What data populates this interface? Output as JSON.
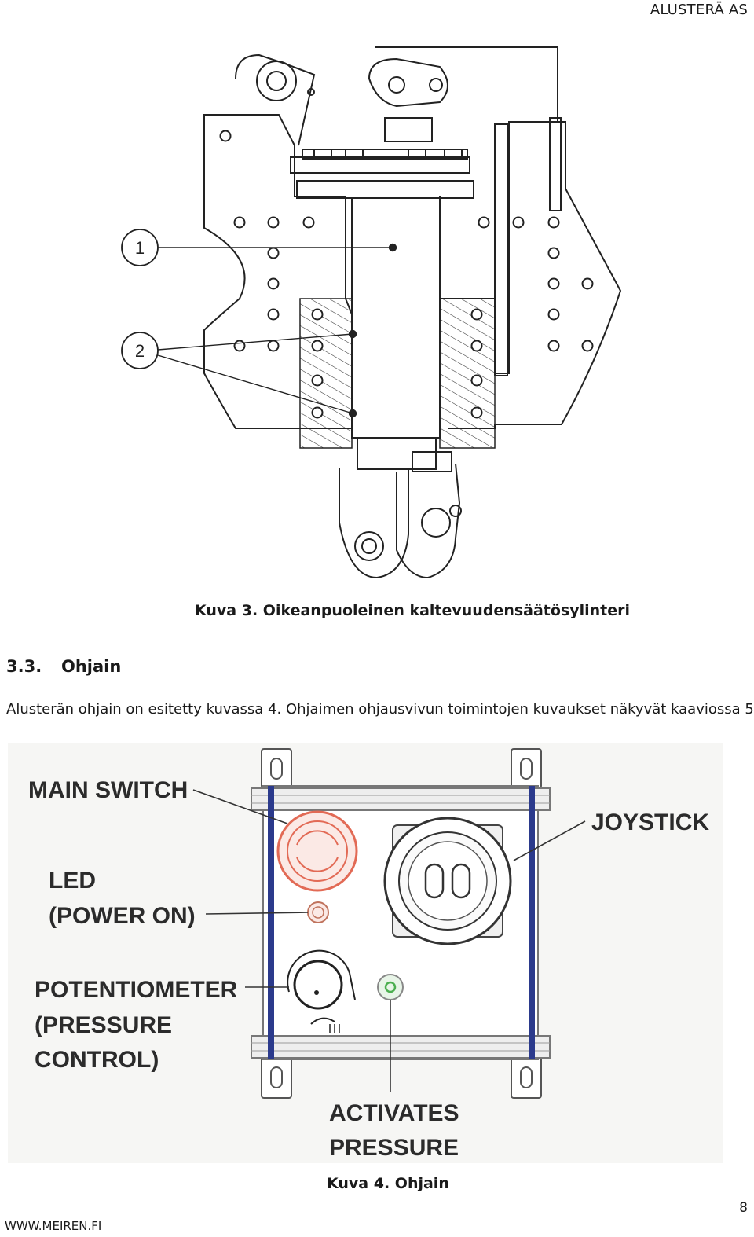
{
  "header": {
    "company": "ALUSTERÄ AS"
  },
  "figure3": {
    "caption": "Kuva 3. Oikeanpuoleinen kaltevuudensäätösylinteri",
    "callouts": [
      "1",
      "2"
    ]
  },
  "section": {
    "number": "3.3.",
    "title": "Ohjain",
    "body": "Alusterän ohjain on esitetty kuvassa 4. Ohjaimen ohjausvivun toimintojen kuvaukset näkyvät kaaviossa 5."
  },
  "figure4": {
    "caption": "Kuva 4. Ohjain",
    "labels": {
      "main_switch": "MAIN SWITCH",
      "led_line1": "LED",
      "led_line2": "(POWER ON)",
      "pot_line1": "POTENTIOMETER",
      "pot_line2": "(PRESSURE",
      "pot_line3": "CONTROL)",
      "joystick": "JOYSTICK",
      "act_line1": "ACTIVATES",
      "act_line2": "PRESSURE"
    },
    "colors": {
      "frame_blue": "#2b3a8c",
      "main_switch_red": "#e26a55",
      "activate_green": "#4caf50"
    }
  },
  "footer": {
    "url": "WWW.MEIREN.FI",
    "page": "8"
  }
}
